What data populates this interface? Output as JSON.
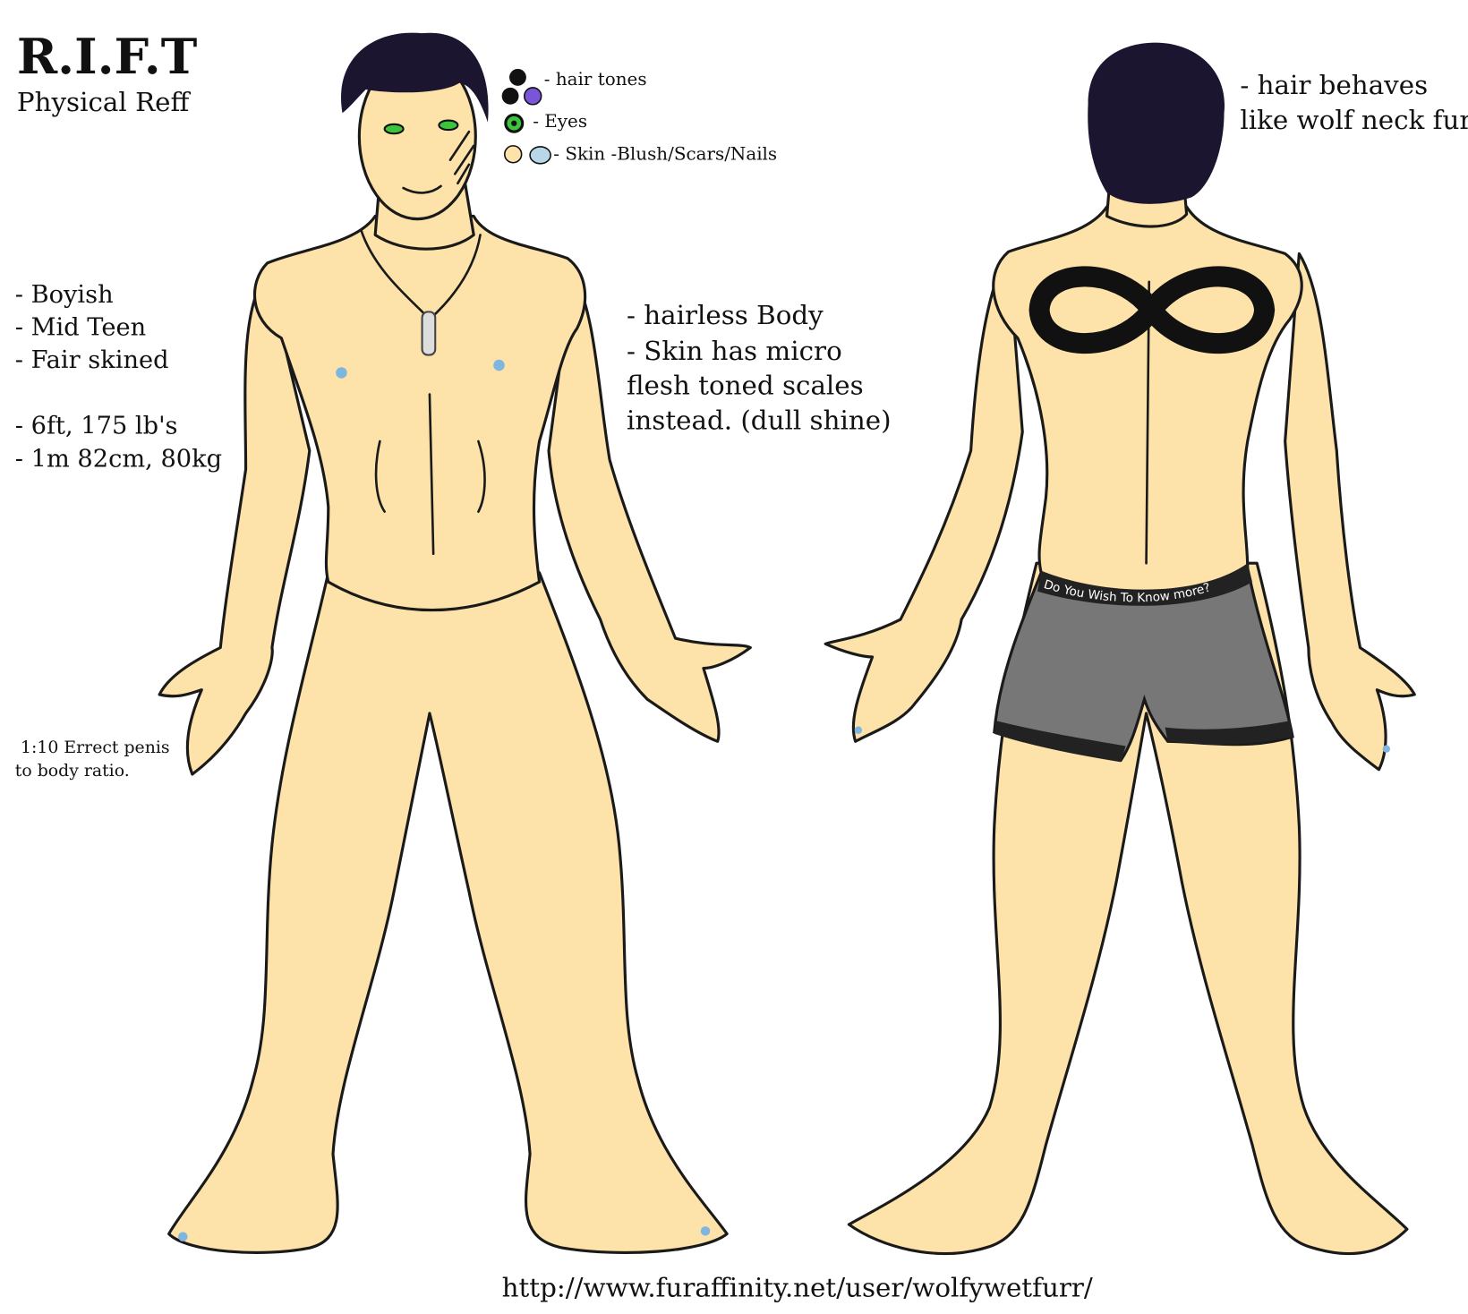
{
  "header": {
    "title": "R.I.F.T",
    "subtitle": "Physical Reff"
  },
  "legend": {
    "hair": "- hair tones",
    "eyes": "- Eyes",
    "skin": "- Skin  -Blush/Scars/Nails"
  },
  "notes_left": [
    "- Boyish",
    "- Mid Teen",
    "- Fair skined",
    "- 6ft, 175 lb's",
    "- 1m 82cm, 80kg"
  ],
  "note_small": [
    "1:10 Errect penis",
    "to body ratio."
  ],
  "notes_mid": [
    "- hairless Body",
    "- Skin has micro",
    "flesh toned scales",
    "instead. (dull shine)"
  ],
  "notes_right": [
    "- hair behaves",
    "like wolf neck fur."
  ],
  "waistband_text": "Do You Wish To Know more?",
  "footer_url": "http://www.furaffinity.net/user/wolfywetfurr/",
  "colors": {
    "skin": "#fde3a9",
    "hair_dark": "#111111",
    "hair_purple": "#7a55d8",
    "eye_green": "#3cc43c",
    "blush": "#b8d8ea",
    "shorts": "#777777",
    "line": "#1a1a1a"
  }
}
